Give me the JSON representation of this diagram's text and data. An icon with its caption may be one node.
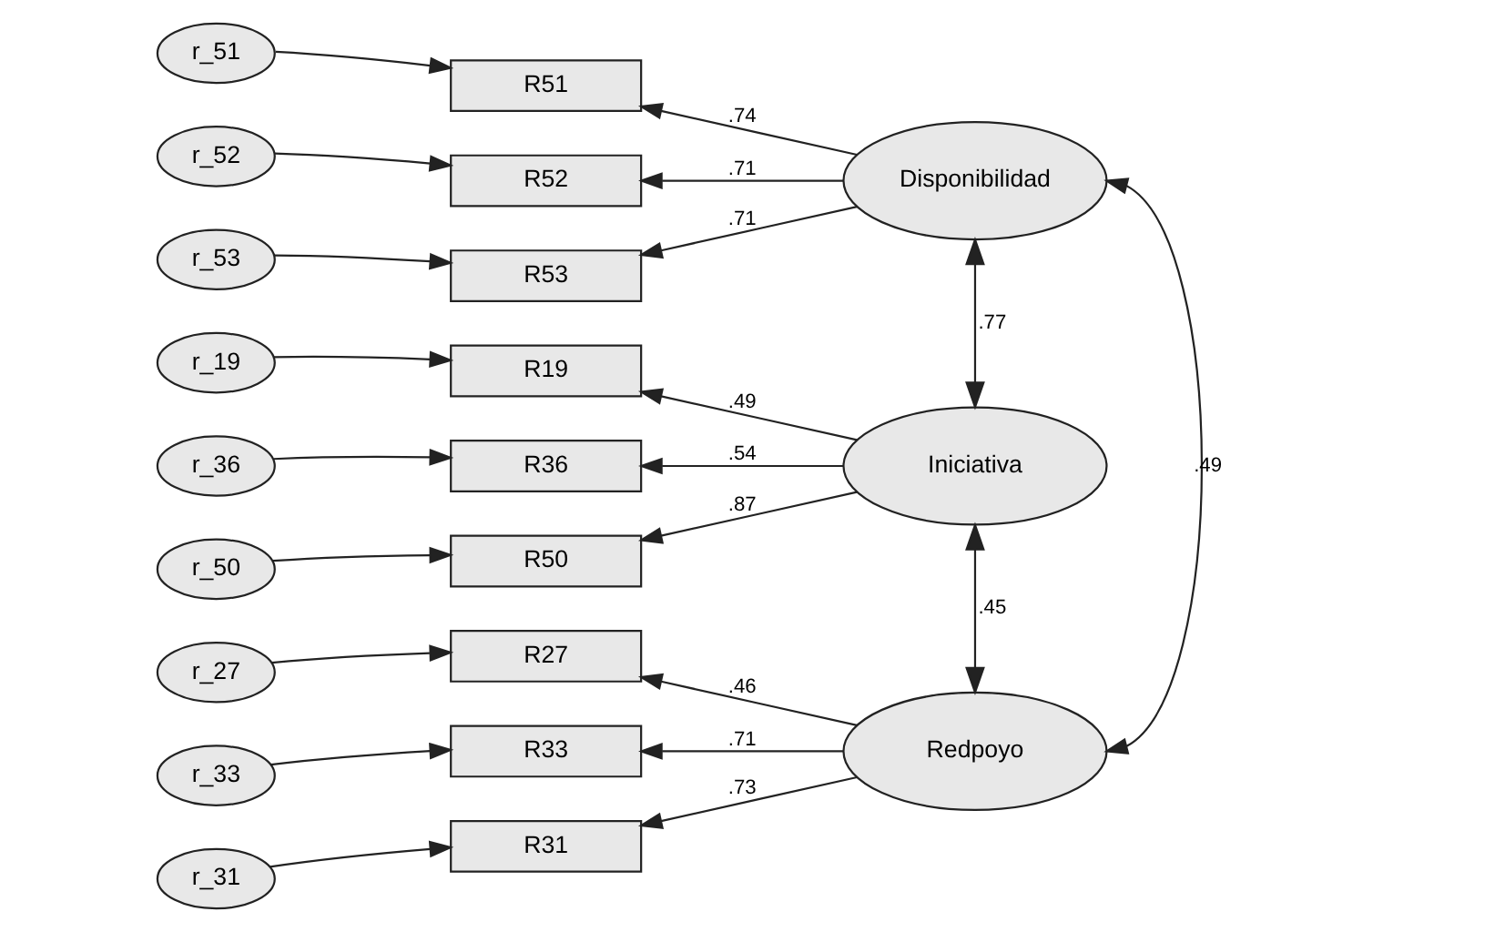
{
  "diagram": {
    "nodes": [
      {
        "text": [
          "r_51"
        ]
      },
      {
        "text": [
          "R51"
        ]
      },
      {
        "text": [
          "r_52"
        ]
      },
      {
        "text": [
          "R52"
        ]
      },
      {
        "text": [
          "r_53"
        ]
      },
      {
        "text": [
          "R53"
        ]
      },
      {
        "text": [
          "Disponibilidad"
        ]
      },
      {
        "text": [
          "r_19"
        ]
      },
      {
        "text": [
          "R19"
        ]
      },
      {
        "text": [
          "r_36"
        ]
      },
      {
        "text": [
          "R36"
        ]
      },
      {
        "text": [
          "r_50"
        ]
      },
      {
        "text": [
          "R50"
        ]
      },
      {
        "text": [
          "Iniciativa"
        ]
      },
      {
        "text": [
          "r_27"
        ]
      },
      {
        "text": [
          "R27"
        ]
      },
      {
        "text": [
          "r_33"
        ]
      },
      {
        "text": [
          "R33"
        ]
      },
      {
        "text": [
          "r_31"
        ]
      },
      {
        "text": [
          "R31"
        ]
      },
      {
        "text": [
          "Redpoyo"
        ]
      }
    ],
    "edges": [
      {
        "from": 0,
        "to": 1,
        "arrow": "to"
      },
      {
        "from": 2,
        "to": 3,
        "arrow": "to"
      },
      {
        "from": 4,
        "to": 5,
        "arrow": "to"
      },
      {
        "from": 6,
        "to": 1,
        "arrow": "to",
        "label": ".74"
      },
      {
        "from": 6,
        "to": 3,
        "arrow": "to",
        "label": ".71"
      },
      {
        "from": 6,
        "to": 5,
        "arrow": "to",
        "label": ".71"
      },
      {
        "from": 7,
        "to": 8,
        "arrow": "to"
      },
      {
        "from": 9,
        "to": 10,
        "arrow": "to"
      },
      {
        "from": 11,
        "to": 12,
        "arrow": "to"
      },
      {
        "from": 13,
        "to": 8,
        "arrow": "to",
        "label": ".49"
      },
      {
        "from": 13,
        "to": 10,
        "arrow": "to",
        "label": ".54"
      },
      {
        "from": 13,
        "to": 12,
        "arrow": "to",
        "label": ".87"
      },
      {
        "from": 14,
        "to": 15,
        "arrow": "to"
      },
      {
        "from": 16,
        "to": 17,
        "arrow": "to"
      },
      {
        "from": 18,
        "to": 19,
        "arrow": "to"
      },
      {
        "from": 20,
        "to": 15,
        "arrow": "to",
        "label": ".46"
      },
      {
        "from": 20,
        "to": 17,
        "arrow": "to",
        "label": ".71"
      },
      {
        "from": 20,
        "to": 19,
        "arrow": "to",
        "label": ".73"
      },
      {
        "from": 6,
        "to": 13,
        "arrow": "both",
        "label": ".77"
      },
      {
        "from": 13,
        "to": 20,
        "arrow": "both",
        "label": ".45"
      },
      {
        "from": 6,
        "to": 20,
        "arrow": "both",
        "label": ".49"
      }
    ]
  }
}
